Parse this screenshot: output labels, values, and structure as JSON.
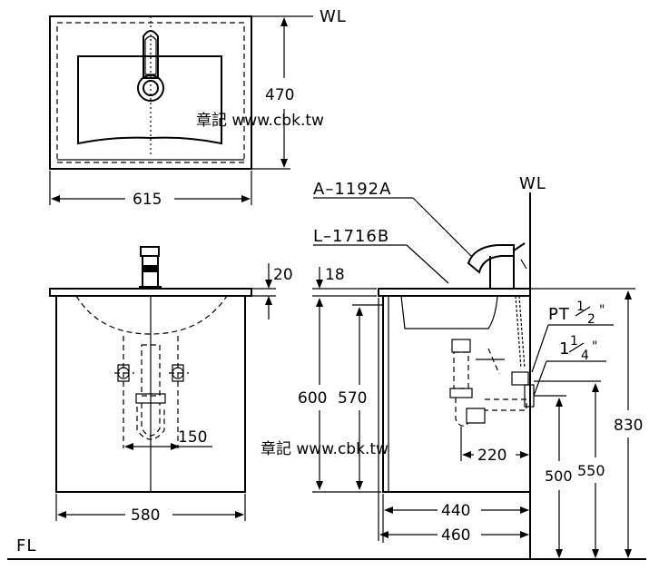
{
  "labels": {
    "wl_top": "WL",
    "wl_side": "WL",
    "fl": "FL",
    "model_faucet": "A–1192A",
    "model_basin": "L–1716B",
    "pt_prefix": "PT",
    "pt_num": "1",
    "pt_den": "2",
    "pt_mark": "\"",
    "drain_whole": "1",
    "drain_num": "1",
    "drain_den": "4",
    "drain_mark": "\""
  },
  "watermark": {
    "top": "章記 www.cbk.tw",
    "middle": "章記 www.cbk.tw"
  },
  "dimensions": {
    "top_height": "470",
    "top_width": "615",
    "front_width": "580",
    "front_pipe_spacing": "150",
    "countertop_thickness": "20",
    "basin_rim": "18",
    "cabinet_height": "600",
    "cabinet_inner_height": "570",
    "drain_offset": "220",
    "side_depth_inner": "440",
    "side_depth_outer": "460",
    "drain_height": "500",
    "supply_height": "550",
    "total_height": "830"
  }
}
